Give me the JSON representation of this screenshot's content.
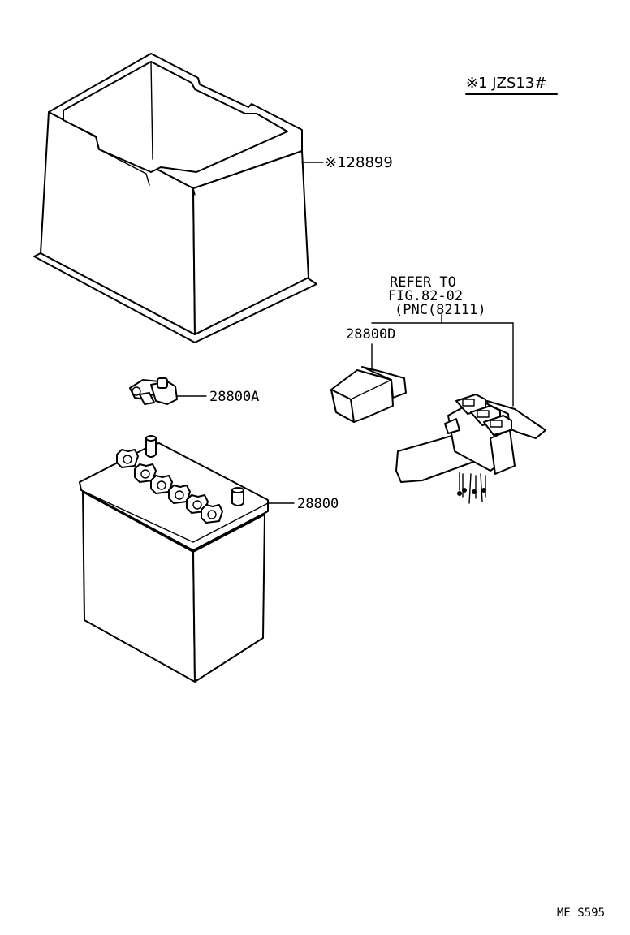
{
  "applicability": {
    "mark": "※1",
    "model": "JZS13#"
  },
  "parts": {
    "tray": {
      "mark": "※1",
      "number": "28899"
    },
    "clamp": {
      "number": "28800A"
    },
    "battery": {
      "number": "28800"
    },
    "cover": {
      "number": "28800D"
    }
  },
  "reference": {
    "line1": "REFER TO",
    "line2": "FIG.82-02",
    "line3": "(PNC(82111)"
  },
  "footer": {
    "code": "ME S595"
  }
}
